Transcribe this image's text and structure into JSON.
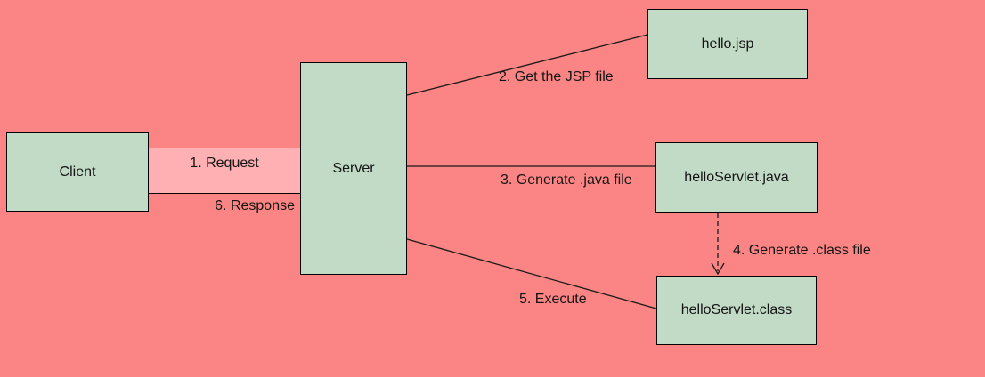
{
  "colors": {
    "background": "#fb8484",
    "node_fill": "#c2dbc6",
    "request_band_fill": "#ffb0b2",
    "line": "#1a1a1a"
  },
  "nodes": {
    "client": {
      "label": "Client"
    },
    "server": {
      "label": "Server"
    },
    "jsp": {
      "label": "hello.jsp"
    },
    "servlet_java": {
      "label": "helloServlet.java"
    },
    "servlet_class": {
      "label": "helloServlet.class"
    }
  },
  "edges": {
    "request": {
      "label": "1. Request"
    },
    "get_jsp": {
      "label": "2. Get the JSP file"
    },
    "generate_java": {
      "label": "3. Generate .java file"
    },
    "generate_class": {
      "label": "4. Generate .class file"
    },
    "execute": {
      "label": "5. Execute"
    },
    "response": {
      "label": "6. Response"
    }
  }
}
